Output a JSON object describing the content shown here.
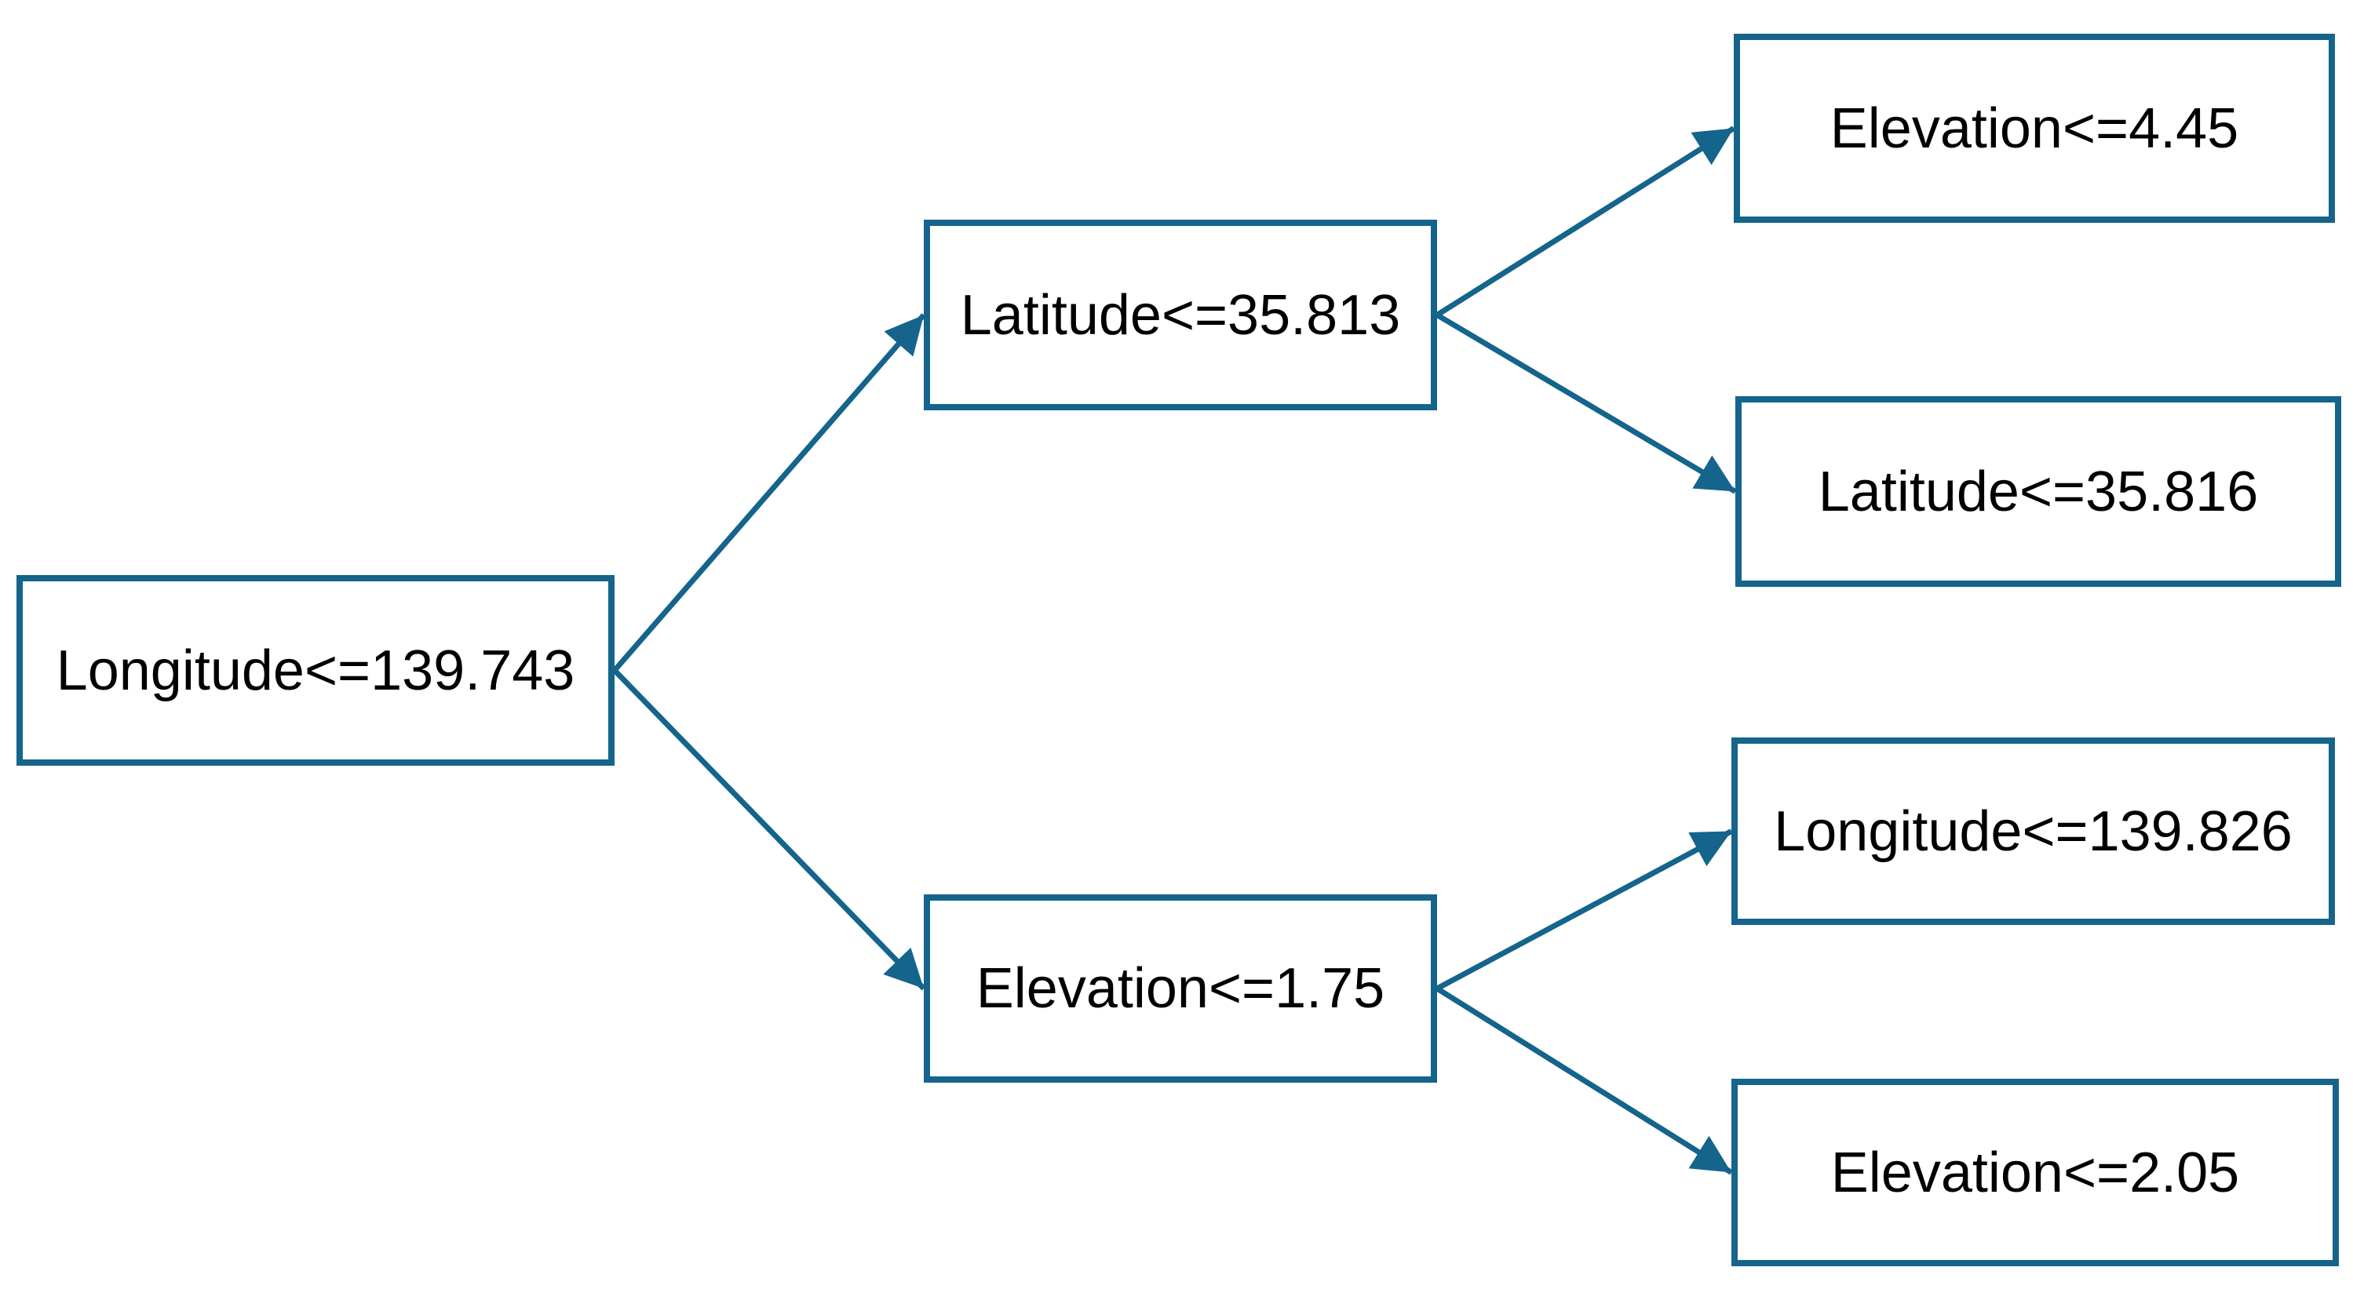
{
  "diagram": {
    "type": "decision-tree",
    "accent_color": "#14648c",
    "text_color": "#000000",
    "background_color": "#ffffff",
    "nodes": [
      {
        "id": "root",
        "label": "Longitude<=139.743",
        "level": 0
      },
      {
        "id": "n1",
        "label": "Latitude<=35.813",
        "level": 1
      },
      {
        "id": "n2",
        "label": "Elevation<=1.75",
        "level": 1
      },
      {
        "id": "l1",
        "label": "Elevation<=4.45",
        "level": 2
      },
      {
        "id": "l2",
        "label": "Latitude<=35.816",
        "level": 2
      },
      {
        "id": "l3",
        "label": "Longitude<=139.826",
        "level": 2
      },
      {
        "id": "l4",
        "label": "Elevation<=2.05",
        "level": 2
      }
    ],
    "edges": [
      {
        "from": "root",
        "to": "n1"
      },
      {
        "from": "root",
        "to": "n2"
      },
      {
        "from": "n1",
        "to": "l1"
      },
      {
        "from": "n1",
        "to": "l2"
      },
      {
        "from": "n2",
        "to": "l3"
      },
      {
        "from": "n2",
        "to": "l4"
      }
    ]
  }
}
